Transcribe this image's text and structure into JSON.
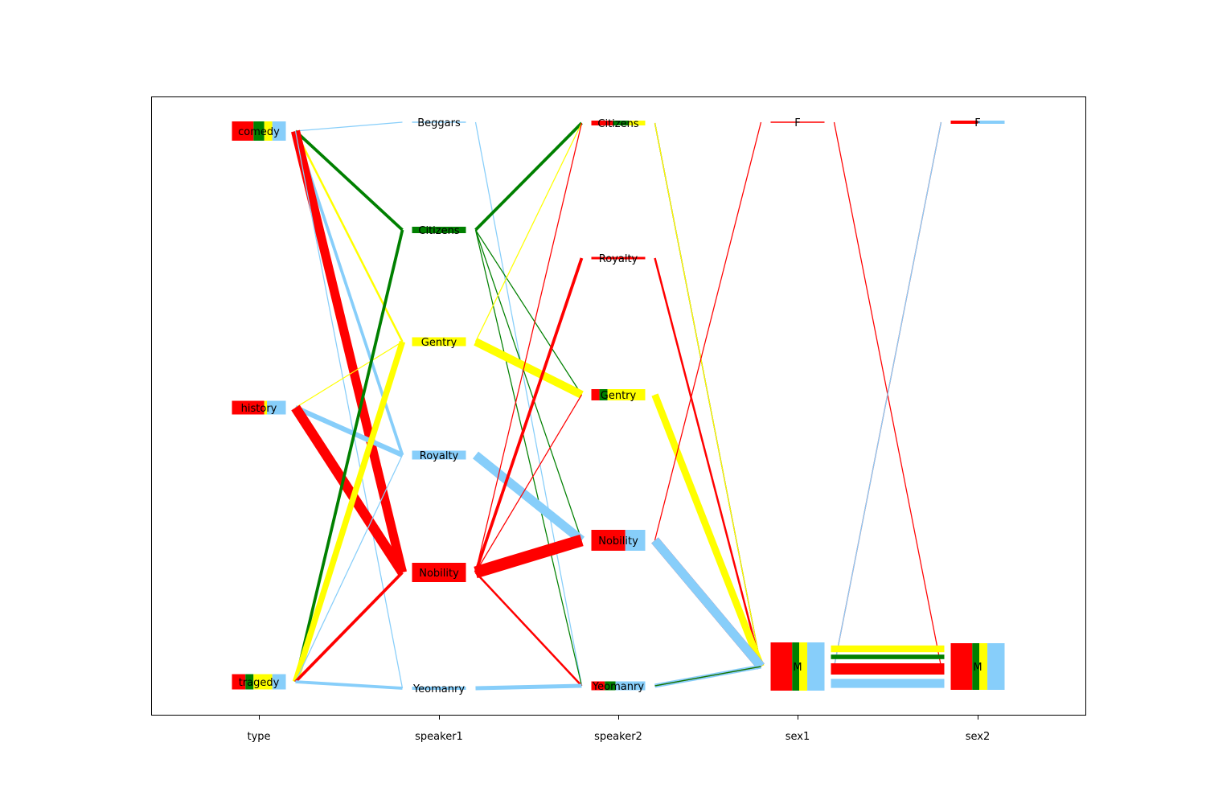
{
  "chart_data": {
    "type": "parallel-categories",
    "title": "",
    "colors": [
      "#ff0000",
      "#008000",
      "#ffff00",
      "#87cefa"
    ],
    "axes": [
      {
        "name": "type",
        "categories": [
          "comedy",
          "history",
          "tragedy"
        ]
      },
      {
        "name": "speaker1",
        "categories": [
          "Beggars",
          "Citizens",
          "Gentry",
          "Royalty",
          "Nobility",
          "Yeomanry"
        ]
      },
      {
        "name": "speaker2",
        "categories": [
          "Citizens",
          "Royalty",
          "Gentry",
          "Nobility",
          "Yeomanry"
        ]
      },
      {
        "name": "sex1",
        "categories": [
          "F",
          "M"
        ]
      },
      {
        "name": "sex2",
        "categories": [
          "F",
          "M"
        ]
      }
    ],
    "node_compositions": {
      "type": {
        "comedy": [
          0.4,
          0.2,
          0.15,
          0.25
        ],
        "history": [
          0.6,
          0.0,
          0.05,
          0.35
        ],
        "tragedy": [
          0.25,
          0.15,
          0.35,
          0.25
        ]
      },
      "speaker1": {
        "Beggars": [
          0,
          0,
          0,
          1
        ],
        "Citizens": [
          0,
          1,
          0,
          0
        ],
        "Gentry": [
          0,
          0,
          1,
          0
        ],
        "Royalty": [
          0,
          0,
          0,
          1
        ],
        "Nobility": [
          1,
          0,
          0,
          0
        ],
        "Yeomanry": [
          0,
          0,
          0,
          1
        ]
      },
      "speaker2": {
        "Citizens": [
          0.4,
          0.3,
          0.3,
          0.0
        ],
        "Royalty": [
          1,
          0,
          0,
          0
        ],
        "Gentry": [
          0.15,
          0.15,
          0.7,
          0.0
        ],
        "Nobility": [
          0.63,
          0.0,
          0.0,
          0.37
        ],
        "Yeomanry": [
          0.25,
          0.2,
          0.0,
          0.55
        ]
      },
      "sex1": {
        "F": [
          1,
          0,
          0,
          0
        ],
        "M": [
          0.4,
          0.13,
          0.15,
          0.32
        ]
      },
      "sex2": {
        "F": [
          0.5,
          0,
          0,
          0.5
        ],
        "M": [
          0.4,
          0.13,
          0.15,
          0.32
        ]
      }
    },
    "flows": [
      {
        "from": [
          "type",
          "comedy"
        ],
        "to": [
          "speaker1",
          "Beggars"
        ],
        "color": 3,
        "value": 1
      },
      {
        "from": [
          "type",
          "comedy"
        ],
        "to": [
          "speaker1",
          "Citizens"
        ],
        "color": 1,
        "value": 3
      },
      {
        "from": [
          "type",
          "comedy"
        ],
        "to": [
          "speaker1",
          "Gentry"
        ],
        "color": 2,
        "value": 2
      },
      {
        "from": [
          "type",
          "comedy"
        ],
        "to": [
          "speaker1",
          "Royalty"
        ],
        "color": 3,
        "value": 3
      },
      {
        "from": [
          "type",
          "comedy"
        ],
        "to": [
          "speaker1",
          "Nobility"
        ],
        "color": 0,
        "value": 9
      },
      {
        "from": [
          "type",
          "comedy"
        ],
        "to": [
          "speaker1",
          "Yeomanry"
        ],
        "color": 3,
        "value": 1
      },
      {
        "from": [
          "type",
          "history"
        ],
        "to": [
          "speaker1",
          "Gentry"
        ],
        "color": 2,
        "value": 1
      },
      {
        "from": [
          "type",
          "history"
        ],
        "to": [
          "speaker1",
          "Royalty"
        ],
        "color": 3,
        "value": 5
      },
      {
        "from": [
          "type",
          "history"
        ],
        "to": [
          "speaker1",
          "Nobility"
        ],
        "color": 0,
        "value": 10
      },
      {
        "from": [
          "type",
          "tragedy"
        ],
        "to": [
          "speaker1",
          "Citizens"
        ],
        "color": 1,
        "value": 3
      },
      {
        "from": [
          "type",
          "tragedy"
        ],
        "to": [
          "speaker1",
          "Gentry"
        ],
        "color": 2,
        "value": 6
      },
      {
        "from": [
          "type",
          "tragedy"
        ],
        "to": [
          "speaker1",
          "Royalty"
        ],
        "color": 3,
        "value": 1
      },
      {
        "from": [
          "type",
          "tragedy"
        ],
        "to": [
          "speaker1",
          "Nobility"
        ],
        "color": 0,
        "value": 3
      },
      {
        "from": [
          "type",
          "tragedy"
        ],
        "to": [
          "speaker1",
          "Yeomanry"
        ],
        "color": 3,
        "value": 3
      },
      {
        "from": [
          "speaker1",
          "Beggars"
        ],
        "to": [
          "speaker2",
          "Yeomanry"
        ],
        "color": 3,
        "value": 1
      },
      {
        "from": [
          "speaker1",
          "Citizens"
        ],
        "to": [
          "speaker2",
          "Citizens"
        ],
        "color": 1,
        "value": 3
      },
      {
        "from": [
          "speaker1",
          "Citizens"
        ],
        "to": [
          "speaker2",
          "Gentry"
        ],
        "color": 1,
        "value": 1
      },
      {
        "from": [
          "speaker1",
          "Citizens"
        ],
        "to": [
          "speaker2",
          "Nobility"
        ],
        "color": 1,
        "value": 1
      },
      {
        "from": [
          "speaker1",
          "Citizens"
        ],
        "to": [
          "speaker2",
          "Yeomanry"
        ],
        "color": 1,
        "value": 1
      },
      {
        "from": [
          "speaker1",
          "Gentry"
        ],
        "to": [
          "speaker2",
          "Citizens"
        ],
        "color": 2,
        "value": 1
      },
      {
        "from": [
          "speaker1",
          "Gentry"
        ],
        "to": [
          "speaker2",
          "Gentry"
        ],
        "color": 2,
        "value": 8
      },
      {
        "from": [
          "speaker1",
          "Royalty"
        ],
        "to": [
          "speaker2",
          "Nobility"
        ],
        "color": 3,
        "value": 9
      },
      {
        "from": [
          "speaker1",
          "Nobility"
        ],
        "to": [
          "speaker2",
          "Citizens"
        ],
        "color": 0,
        "value": 1
      },
      {
        "from": [
          "speaker1",
          "Nobility"
        ],
        "to": [
          "speaker2",
          "Royalty"
        ],
        "color": 0,
        "value": 3
      },
      {
        "from": [
          "speaker1",
          "Nobility"
        ],
        "to": [
          "speaker2",
          "Gentry"
        ],
        "color": 0,
        "value": 1
      },
      {
        "from": [
          "speaker1",
          "Nobility"
        ],
        "to": [
          "speaker2",
          "Nobility"
        ],
        "color": 0,
        "value": 12
      },
      {
        "from": [
          "speaker1",
          "Nobility"
        ],
        "to": [
          "speaker2",
          "Yeomanry"
        ],
        "color": 0,
        "value": 2
      },
      {
        "from": [
          "speaker1",
          "Yeomanry"
        ],
        "to": [
          "speaker2",
          "Yeomanry"
        ],
        "color": 3,
        "value": 4
      },
      {
        "from": [
          "speaker2",
          "Citizens"
        ],
        "to": [
          "sex1",
          "M"
        ],
        "color": 0,
        "value": 1
      },
      {
        "from": [
          "speaker2",
          "Citizens"
        ],
        "to": [
          "sex1",
          "M"
        ],
        "color": 1,
        "value": 1
      },
      {
        "from": [
          "speaker2",
          "Citizens"
        ],
        "to": [
          "sex1",
          "M"
        ],
        "color": 2,
        "value": 1
      },
      {
        "from": [
          "speaker2",
          "Royalty"
        ],
        "to": [
          "sex1",
          "M"
        ],
        "color": 0,
        "value": 2
      },
      {
        "from": [
          "speaker2",
          "Gentry"
        ],
        "to": [
          "sex1",
          "M"
        ],
        "color": 1,
        "value": 1
      },
      {
        "from": [
          "speaker2",
          "Gentry"
        ],
        "to": [
          "sex1",
          "M"
        ],
        "color": 2,
        "value": 7
      },
      {
        "from": [
          "speaker2",
          "Nobility"
        ],
        "to": [
          "sex1",
          "F"
        ],
        "color": 0,
        "value": 1
      },
      {
        "from": [
          "speaker2",
          "Nobility"
        ],
        "to": [
          "sex1",
          "M"
        ],
        "color": 1,
        "value": 1
      },
      {
        "from": [
          "speaker2",
          "Nobility"
        ],
        "to": [
          "sex1",
          "M"
        ],
        "color": 0,
        "value": 9
      },
      {
        "from": [
          "speaker2",
          "Nobility"
        ],
        "to": [
          "sex1",
          "M"
        ],
        "color": 3,
        "value": 9
      },
      {
        "from": [
          "speaker2",
          "Yeomanry"
        ],
        "to": [
          "sex1",
          "M"
        ],
        "color": 3,
        "value": 4
      },
      {
        "from": [
          "speaker2",
          "Yeomanry"
        ],
        "to": [
          "sex1",
          "M"
        ],
        "color": 0,
        "value": 1
      },
      {
        "from": [
          "speaker2",
          "Yeomanry"
        ],
        "to": [
          "sex1",
          "M"
        ],
        "color": 1,
        "value": 1
      },
      {
        "from": [
          "sex1",
          "F"
        ],
        "to": [
          "sex2",
          "M"
        ],
        "color": 0,
        "value": 1
      },
      {
        "from": [
          "sex1",
          "M"
        ],
        "to": [
          "sex2",
          "F"
        ],
        "color": 0,
        "value": 1
      },
      {
        "from": [
          "sex1",
          "M"
        ],
        "to": [
          "sex2",
          "F"
        ],
        "color": 3,
        "value": 1
      },
      {
        "from": [
          "sex1",
          "M"
        ],
        "to": [
          "sex2",
          "M"
        ],
        "color": 2,
        "value": 6
      },
      {
        "from": [
          "sex1",
          "M"
        ],
        "to": [
          "sex2",
          "M"
        ],
        "color": 1,
        "value": 4
      },
      {
        "from": [
          "sex1",
          "M"
        ],
        "to": [
          "sex2",
          "M"
        ],
        "color": 0,
        "value": 10
      },
      {
        "from": [
          "sex1",
          "M"
        ],
        "to": [
          "sex2",
          "M"
        ],
        "color": 3,
        "value": 8
      }
    ]
  }
}
